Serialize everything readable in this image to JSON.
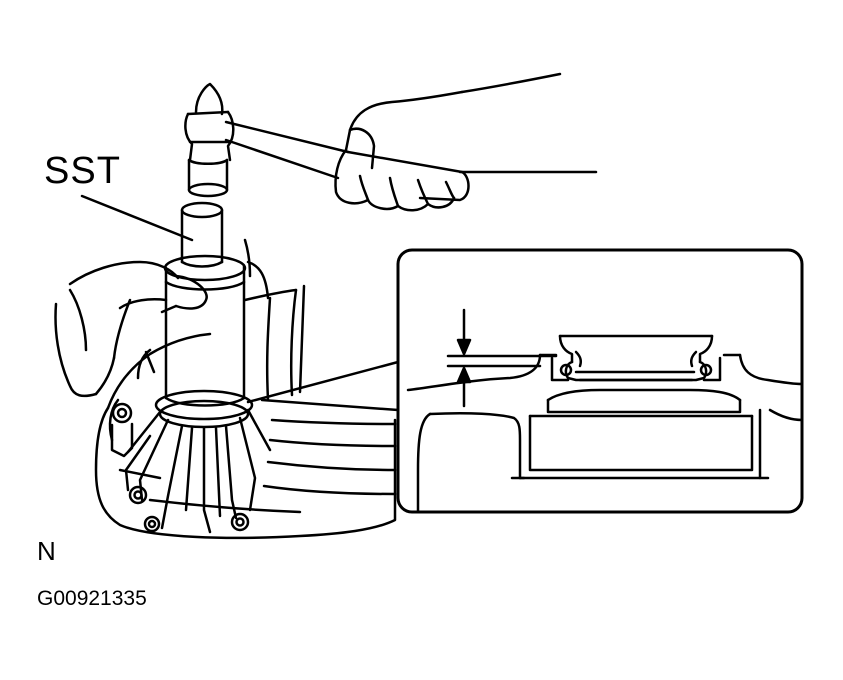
{
  "labels": {
    "tool": "SST",
    "view_marker": "N",
    "figure_code": "G00921335"
  },
  "colors": {
    "ink": "#000000",
    "paper": "#ffffff"
  },
  "parts": [
    "hammer-icon",
    "hand-icon",
    "special-service-tool-icon",
    "transaxle-case-icon",
    "oil-seal-icon",
    "depth-dimension-icon"
  ]
}
